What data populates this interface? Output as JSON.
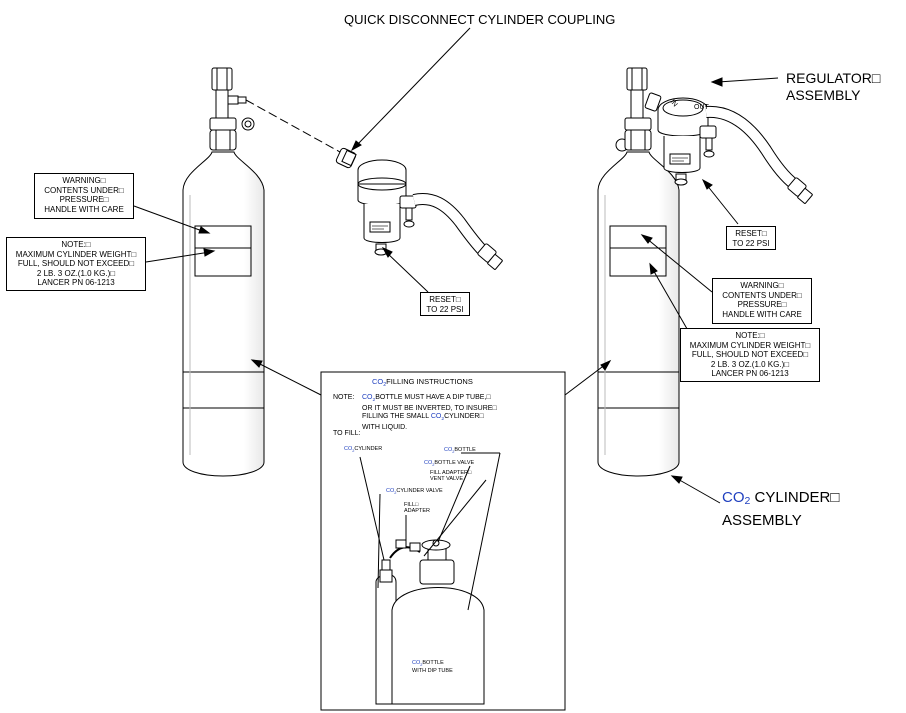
{
  "callouts": {
    "coupling": "QUICK DISCONNECT CYLINDER COUPLING",
    "regulator_line1": "REGULATOR",
    "regulator_line2": "ASSEMBLY",
    "cylinder_co": "CO",
    "cylinder_sub": "2",
    "cylinder_line1_rest": " CYLINDER",
    "cylinder_line2": "ASSEMBLY"
  },
  "warning_label": {
    "lines": [
      "WARNING",
      "CONTENTS UNDER",
      "PRESSURE",
      "HANDLE WITH CARE"
    ]
  },
  "note_label": {
    "lines": [
      "NOTE:",
      "MAXIMUM CYLINDER WEIGHT",
      "FULL, SHOULD NOT EXCEED",
      "2 LB. 3 OZ.(1.0 KG.)",
      "LANCER PN 06-1213"
    ]
  },
  "reset_label": {
    "line1": "RESET",
    "line2": "TO 22 PSI"
  },
  "regulator_dial": {
    "in": "IN",
    "out": "OUT"
  },
  "fill_panel": {
    "title_co": "CO",
    "title_sub": "2",
    "title_rest": "FILLING INSTRUCTIONS",
    "note_prefix": "NOTE:",
    "note_co": "CO",
    "note_line1_rest": "BOTTLE MUST HAVE A DIP TUBE,",
    "note_line2": "OR IT MUST BE INVERTED, TO INSURE",
    "note_line3_pre": "FILLING THE SMALL ",
    "note_line3_co": "CO",
    "note_line3_post": "CYLINDER",
    "note_line4": "WITH LIQUID.",
    "to_fill": "TO FILL:",
    "labels": {
      "co2_cylinder": "CYLINDER",
      "co2_bottle": "BOTTLE",
      "co2_bottle_valve": "BOTTLE VALVE",
      "fill_adapter_vent_1": "FILL ADAPTER",
      "fill_adapter_vent_2": "VENT VALVE",
      "co2_cylinder_valve": "CYLINDER VALVE",
      "fill_adapter_1": "FILL",
      "fill_adapter_2": "ADAPTER",
      "bottle_dip_1": "BOTTLE",
      "bottle_dip_2": "WITH DIP TUBE"
    },
    "co": "CO",
    "sub": "2"
  },
  "colors": {
    "co2_blue": "#1f3fbf",
    "line": "#000000"
  }
}
